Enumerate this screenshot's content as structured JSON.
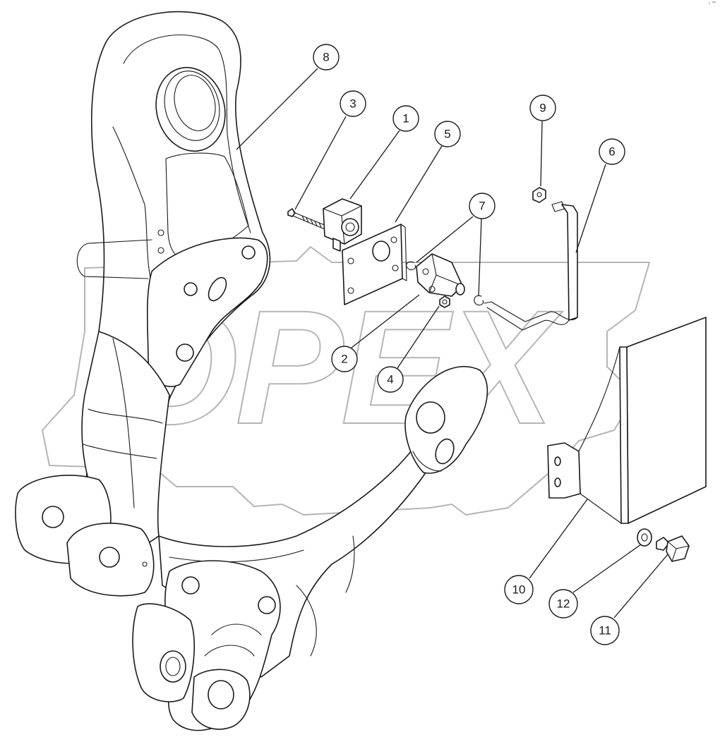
{
  "diagram": {
    "watermark_text": "OPEX",
    "corner_mark": "♪ ™",
    "callouts": [
      {
        "id": "1",
        "label": "1"
      },
      {
        "id": "2",
        "label": "2"
      },
      {
        "id": "3",
        "label": "3"
      },
      {
        "id": "4",
        "label": "4"
      },
      {
        "id": "5",
        "label": "5"
      },
      {
        "id": "6",
        "label": "6"
      },
      {
        "id": "7",
        "label": "7"
      },
      {
        "id": "8",
        "label": "8"
      },
      {
        "id": "9",
        "label": "9"
      },
      {
        "id": "10",
        "label": "10"
      },
      {
        "id": "11",
        "label": "11"
      },
      {
        "id": "12",
        "label": "12"
      }
    ]
  }
}
